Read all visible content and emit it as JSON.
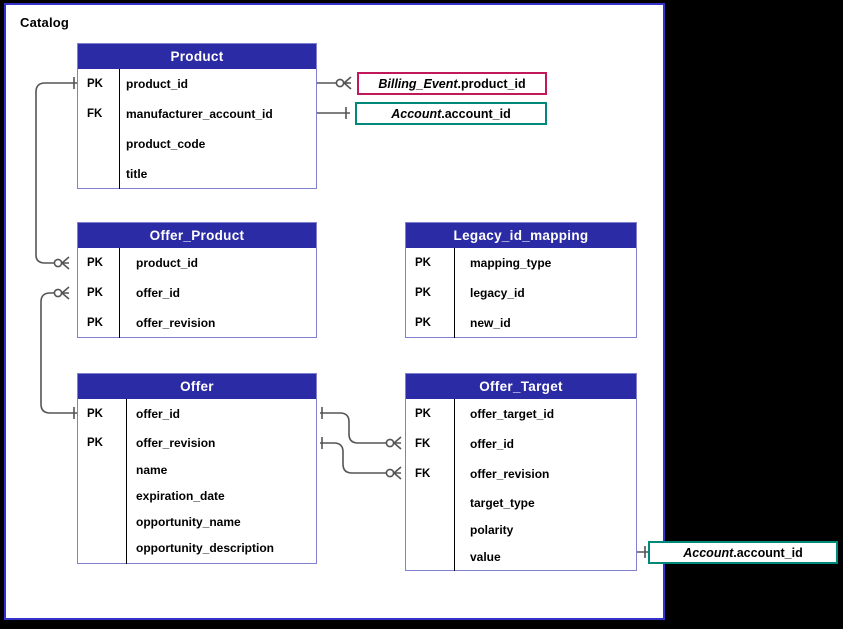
{
  "diagram": {
    "title": "Catalog",
    "type": "entity-relationship-diagram",
    "colors": {
      "frame_border": "#3333CC",
      "entity_header_bg": "#2B2BA5",
      "entity_header_text": "#FFFFFF",
      "entity_border": "#8080D0",
      "page_background": "#000000",
      "canvas_background": "#FFFFFF",
      "billing_event_ref_border": "#C2185B",
      "account_ref_border": "#00897B",
      "connector_line": "#555555"
    }
  },
  "entities": [
    {
      "id": "product",
      "name": "Product",
      "attributes": [
        {
          "key": "PK",
          "name": "product_id"
        },
        {
          "key": "FK",
          "name": "manufacturer_account_id"
        },
        {
          "key": "",
          "name": "product_code"
        },
        {
          "key": "",
          "name": "title"
        }
      ]
    },
    {
      "id": "offer_product",
      "name": "Offer_Product",
      "attributes": [
        {
          "key": "PK",
          "name": "product_id"
        },
        {
          "key": "PK",
          "name": "offer_id"
        },
        {
          "key": "PK",
          "name": "offer_revision"
        }
      ]
    },
    {
      "id": "legacy_id_mapping",
      "name": "Legacy_id_mapping",
      "attributes": [
        {
          "key": "PK",
          "name": "mapping_type"
        },
        {
          "key": "PK",
          "name": "legacy_id"
        },
        {
          "key": "PK",
          "name": "new_id"
        }
      ]
    },
    {
      "id": "offer",
      "name": "Offer",
      "attributes": [
        {
          "key": "PK",
          "name": "offer_id"
        },
        {
          "key": "PK",
          "name": "offer_revision"
        },
        {
          "key": "",
          "name": "name"
        },
        {
          "key": "",
          "name": "expiration_date"
        },
        {
          "key": "",
          "name": "opportunity_name"
        },
        {
          "key": "",
          "name": "opportunity_description"
        }
      ]
    },
    {
      "id": "offer_target",
      "name": "Offer_Target",
      "attributes": [
        {
          "key": "PK",
          "name": "offer_target_id"
        },
        {
          "key": "FK",
          "name": "offer_id"
        },
        {
          "key": "FK",
          "name": "offer_revision"
        },
        {
          "key": "",
          "name": "target_type"
        },
        {
          "key": "",
          "name": "polarity"
        },
        {
          "key": "",
          "name": "value"
        }
      ]
    }
  ],
  "external_refs": [
    {
      "id": "billing-event-ref",
      "entity": "Billing_Event",
      "separator": ".",
      "attribute": "product_id",
      "border_color": "#C2185B"
    },
    {
      "id": "account-ref-top",
      "entity": "Account",
      "separator": ".",
      "attribute": "account_id",
      "border_color": "#00897B"
    },
    {
      "id": "account-ref-bottom",
      "entity": "Account",
      "separator": ".",
      "attribute": "account_id",
      "border_color": "#00897B"
    }
  ],
  "relationships": [
    {
      "id": "product-to-billing-event",
      "from": "Product.product_id",
      "to": "Billing_Event.product_id",
      "from_cardinality": "one",
      "to_cardinality": "zero-or-many"
    },
    {
      "id": "product-to-account",
      "from": "Product.manufacturer_account_id",
      "to": "Account.account_id",
      "from_cardinality": "zero-or-many",
      "to_cardinality": "one"
    },
    {
      "id": "product-to-offer-product",
      "from": "Product.product_id",
      "to": "Offer_Product.product_id",
      "from_cardinality": "one",
      "to_cardinality": "zero-or-many"
    },
    {
      "id": "offer-to-offer-product",
      "from": "Offer.offer_id",
      "to": "Offer_Product.offer_id",
      "from_cardinality": "one",
      "to_cardinality": "zero-or-many"
    },
    {
      "id": "offer-to-offer-target-id",
      "from": "Offer.offer_id",
      "to": "Offer_Target.offer_id",
      "from_cardinality": "one",
      "to_cardinality": "zero-or-many"
    },
    {
      "id": "offer-to-offer-target-revision",
      "from": "Offer.offer_revision",
      "to": "Offer_Target.offer_revision",
      "from_cardinality": "one",
      "to_cardinality": "zero-or-many"
    },
    {
      "id": "offer-target-to-account",
      "from": "Offer_Target.value",
      "to": "Account.account_id",
      "from_cardinality": "zero-or-many",
      "to_cardinality": "one"
    }
  ]
}
